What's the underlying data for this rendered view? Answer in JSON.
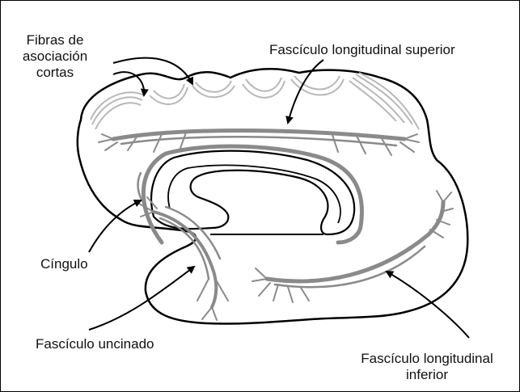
{
  "labels": {
    "short_fibers": [
      "Fibras de",
      "asociación",
      "cortas"
    ],
    "superior": "Fascículo longitudinal superior",
    "cingulum": "Cíngulo",
    "uncinate": "Fascículo uncinado",
    "inferior": [
      "Fascículo longitudinal",
      "inferior"
    ]
  },
  "colors": {
    "outline": "#000000",
    "tract": "#8a8a8a",
    "short_fiber": "#b8b8b8",
    "text": "#111111"
  }
}
